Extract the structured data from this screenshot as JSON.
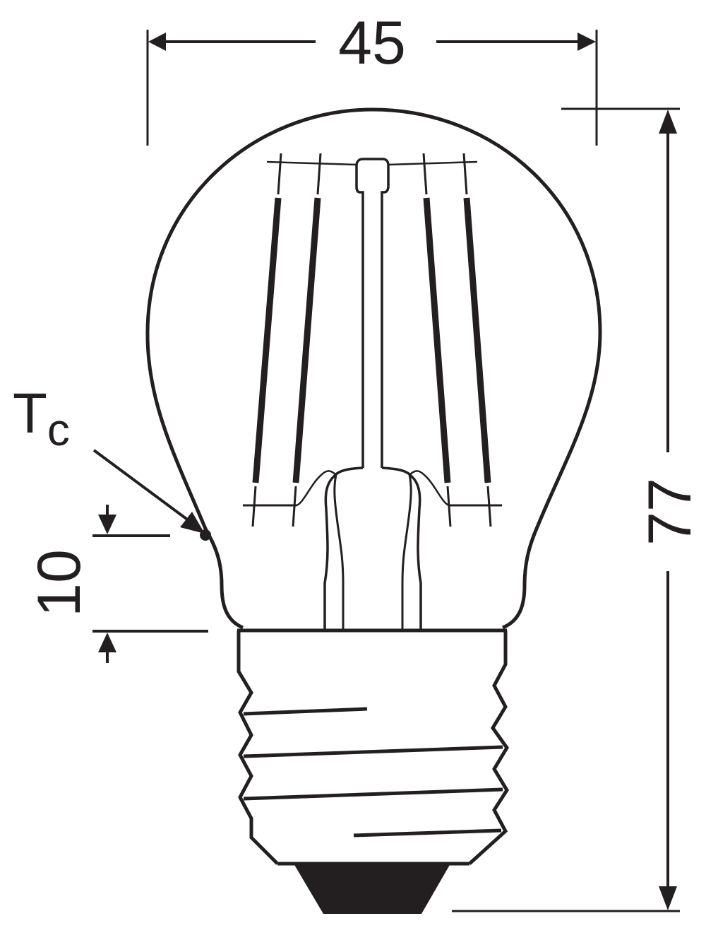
{
  "drawing": {
    "subject": "E14 mini-globe LED filament lamp, technical dimension drawing",
    "line_color": "#231f20",
    "background": "#ffffff"
  },
  "dimensions": {
    "diameter": {
      "value": "45",
      "unit": "mm",
      "orientation": "horizontal"
    },
    "length": {
      "value": "77",
      "unit": "mm",
      "orientation": "vertical"
    },
    "tc_offset": {
      "value": "10",
      "unit": "mm",
      "orientation": "vertical"
    }
  },
  "labels": {
    "tc_main": "T",
    "tc_sub": "c"
  }
}
